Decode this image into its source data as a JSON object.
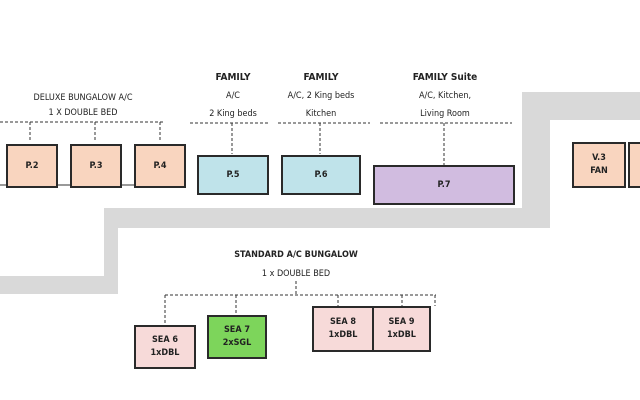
{
  "colors": {
    "path": "#d9d9d9",
    "deluxe": "#f9d5bf",
    "family": "#bfe3ea",
    "suite": "#d1bce0",
    "standard": "#f7dad9",
    "green": "#7dd55b",
    "v_block": "#f9d5bf"
  },
  "deluxe": {
    "title": "DELUXE BUNGALOW A/C",
    "subtitle": "1 X DOUBLE BED",
    "rooms": [
      "P.2",
      "P.3",
      "P.4"
    ]
  },
  "family1": {
    "title": "FAMILY",
    "line1": "A/C",
    "line2": "2 King beds",
    "room": "P.5"
  },
  "family2": {
    "title": "FAMILY",
    "line1": "A/C, 2 King beds",
    "line2": "Kitchen",
    "room": "P.6"
  },
  "suite": {
    "title": "FAMILY Suite",
    "line1": "A/C, Kitchen,",
    "line2": "Living Room",
    "room": "P.7"
  },
  "v3": {
    "name": "V.3",
    "type": "FAN"
  },
  "standard": {
    "title": "STANDARD A/C BUNGALOW",
    "subtitle": "1 x DOUBLE BED",
    "rooms": [
      {
        "name": "SEA 6",
        "bed": "1xDBL"
      },
      {
        "name": "SEA 7",
        "bed": "2xSGL"
      },
      {
        "name": "SEA 8",
        "bed": "1xDBL"
      },
      {
        "name": "SEA 9",
        "bed": "1xDBL"
      }
    ]
  }
}
